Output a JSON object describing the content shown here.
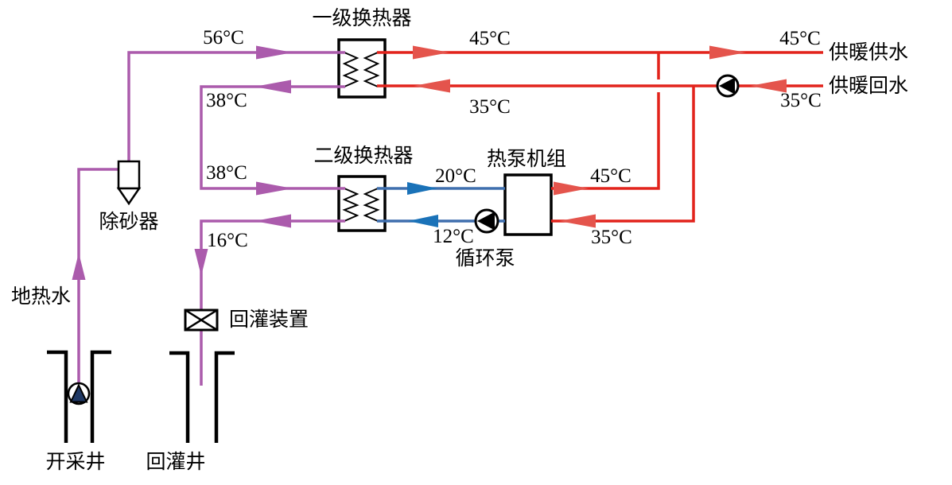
{
  "diagram": {
    "equipment": {
      "primary_hx": "一级换热器",
      "secondary_hx": "二级换热器",
      "heat_pump": "热泵机组",
      "circulation_pump": "循环泵",
      "sand_remover": "除砂器",
      "reinjection_device": "回灌装置",
      "production_well": "开采井",
      "reinjection_well": "回灌井"
    },
    "streams": {
      "geothermal_water": "地热水",
      "heating_supply": "供暖供水",
      "heating_return": "供暖回水"
    },
    "temperatures": {
      "geothermal_supply": "56°C",
      "hx1_geo_return": "38°C",
      "hx2_geo_supply": "38°C",
      "reinjection": "16°C",
      "hx1_hot_out": "45°C",
      "hx1_hot_in": "35°C",
      "hx2_mid_out": "20°C",
      "hx2_mid_in": "12°C",
      "hp_hot_out": "45°C",
      "hp_hot_in": "35°C",
      "supply_end": "45°C",
      "return_end": "35°C"
    },
    "colors": {
      "geothermal": "#ab5bac",
      "hot_water": "#e2231c",
      "hot_arrow": "#e4544c",
      "intermediate": "#3f6fae",
      "intermediate_arrow": "#1a72b8",
      "well_pump": "#1f3864"
    }
  }
}
